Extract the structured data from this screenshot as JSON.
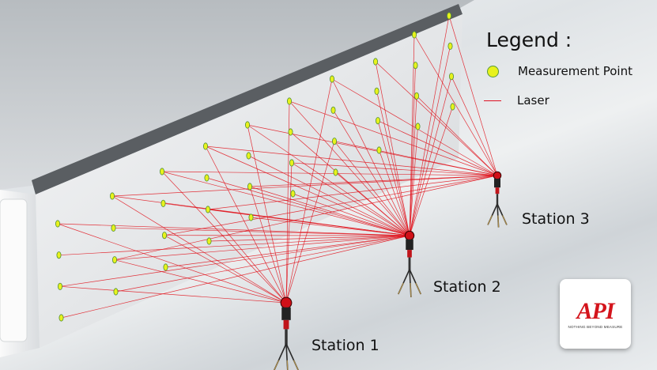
{
  "legend": {
    "title": "Legend :",
    "items": [
      {
        "label": "Measurement Point",
        "symbol": "yellow-dot-icon"
      },
      {
        "label": "Laser",
        "symbol": "red-line-icon"
      }
    ]
  },
  "stations": [
    {
      "label": "Station 1"
    },
    {
      "label": "Station 2"
    },
    {
      "label": "Station 3"
    }
  ],
  "logo": {
    "mark": "API",
    "tagline": "NOTHING BEYOND MEASURE"
  },
  "colors": {
    "laser": "#e0101a",
    "point_fill": "#e8f21c",
    "point_stroke": "#4f8f35",
    "beam_face": "#e9ebec",
    "beam_top": "#c9cdd0",
    "beam_edge": "#55585b"
  }
}
